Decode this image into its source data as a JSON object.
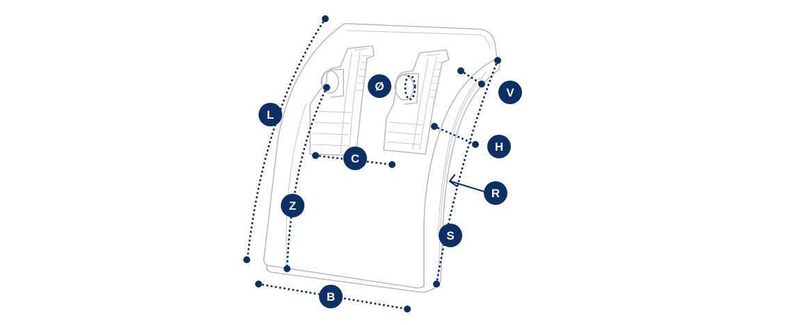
{
  "labels": {
    "L": "L",
    "V": "V",
    "O": "Ø",
    "H": "H",
    "C": "C",
    "R": "R",
    "Z": "Z",
    "S": "S",
    "B": "B"
  },
  "colors": {
    "accent": "#0c2f66",
    "outline": "#b9bcc0",
    "background": "#ffffff"
  }
}
